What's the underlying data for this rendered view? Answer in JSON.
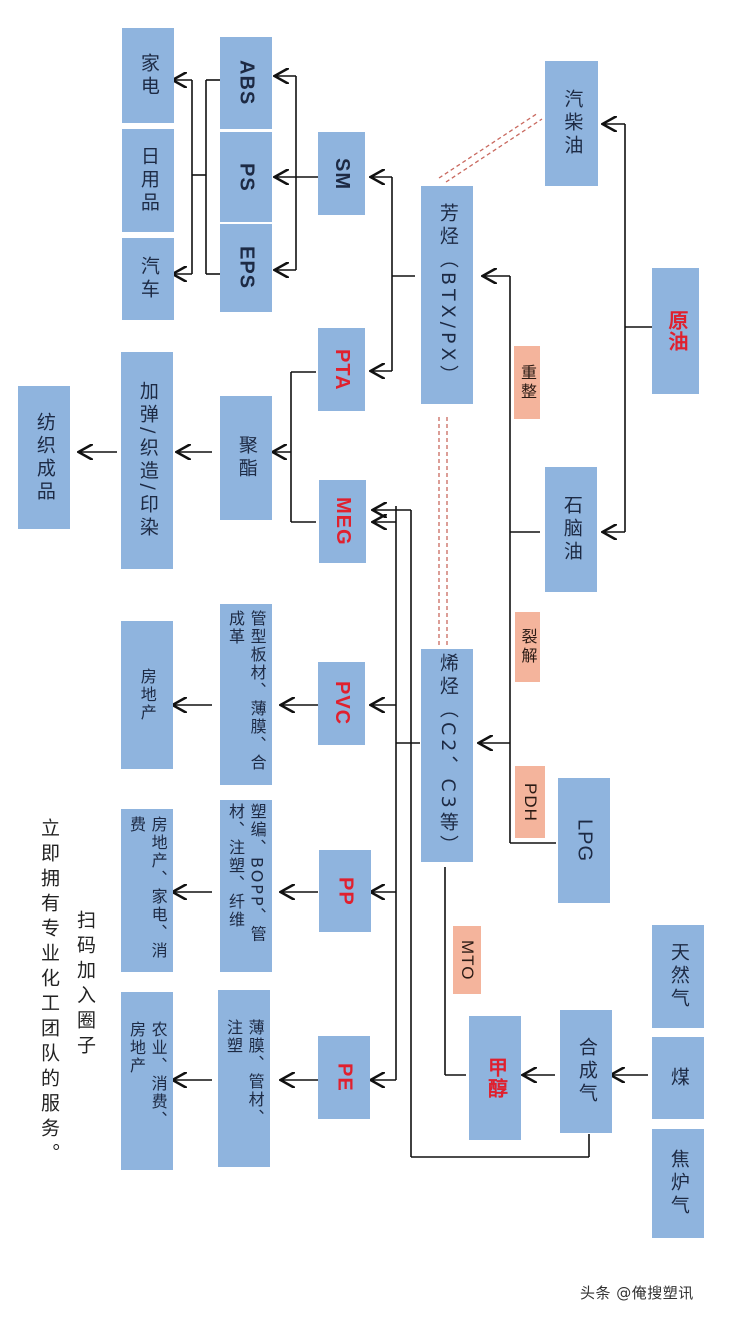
{
  "diagram": {
    "orientation": "rotated 90 degrees clockwise",
    "sources": {
      "crude_oil": "原油",
      "gasoline_diesel": "汽柴油",
      "naphtha": "石脑油",
      "lpg": "LPG",
      "natural_gas": "天然气",
      "coal": "煤",
      "coke_oven_gas": "焦炉气"
    },
    "intermediates": {
      "aromatics": "芳烃（BTX/PX）",
      "olefins": "烯烃（C2、C3等）",
      "syngas": "合成气",
      "methanol": "甲醇"
    },
    "process_tags": {
      "reforming": "重整",
      "cracking": "裂解",
      "pdh": "PDH",
      "mto": "MTO"
    },
    "products": {
      "sm": "SM",
      "pta": "PTA",
      "meg": "MEG",
      "pvc": "PVC",
      "pp": "PP",
      "pe": "PE"
    },
    "derivatives": {
      "abs": "ABS",
      "ps": "PS",
      "eps": "EPS",
      "polyester": "聚酯"
    },
    "applications": {
      "appliances": "家电",
      "daily_goods": "日用品",
      "automobile": "汽车",
      "texturing": "加弹/织造/印染",
      "textile_products": "纺织成品",
      "pvc_use": "管型板材、薄膜、合成革",
      "pvc_end": "房地产",
      "pp_use": "塑编、BOPP、管材、注塑、纤维",
      "pp_end": "房地产、家电、消费",
      "pe_use": "薄膜、管材、注塑",
      "pe_end": "农业、消费、房地产"
    },
    "colors": {
      "box": "#8fb4de",
      "tag": "#f4b49c",
      "highlight_text": "#e0202e",
      "dashed_link": "#d9534f"
    }
  },
  "footer": {
    "line1": "扫码加入圈子",
    "line2": "立即拥有专业化工团队的服务。",
    "watermark": "头条 @俺搜塑讯"
  }
}
